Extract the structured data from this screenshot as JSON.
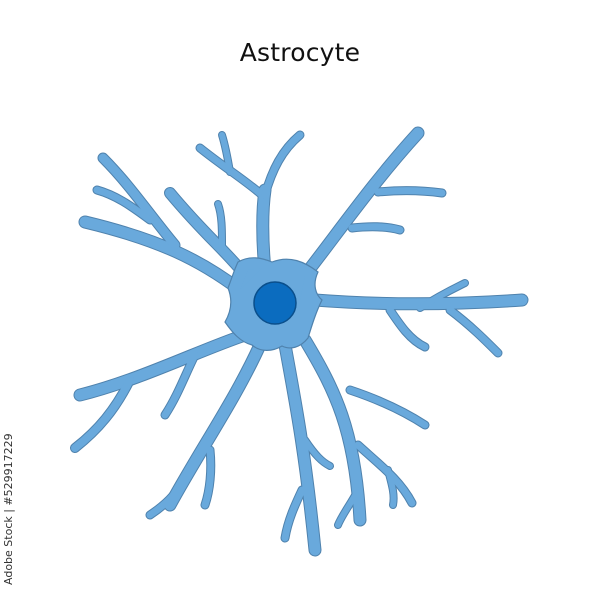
{
  "diagram": {
    "title": "Astrocyte",
    "subject": "astrocyte glial cell",
    "parts": [
      "cell-body",
      "nucleus",
      "processes"
    ],
    "colors": {
      "cytoplasm": "#69a9dc",
      "outline": "#4f82ad",
      "nucleus": "#0b6cbf",
      "nucleus_outline": "#0a4f8c",
      "background": "#ffffff"
    }
  },
  "credit": "Adobe Stock | #529917229"
}
